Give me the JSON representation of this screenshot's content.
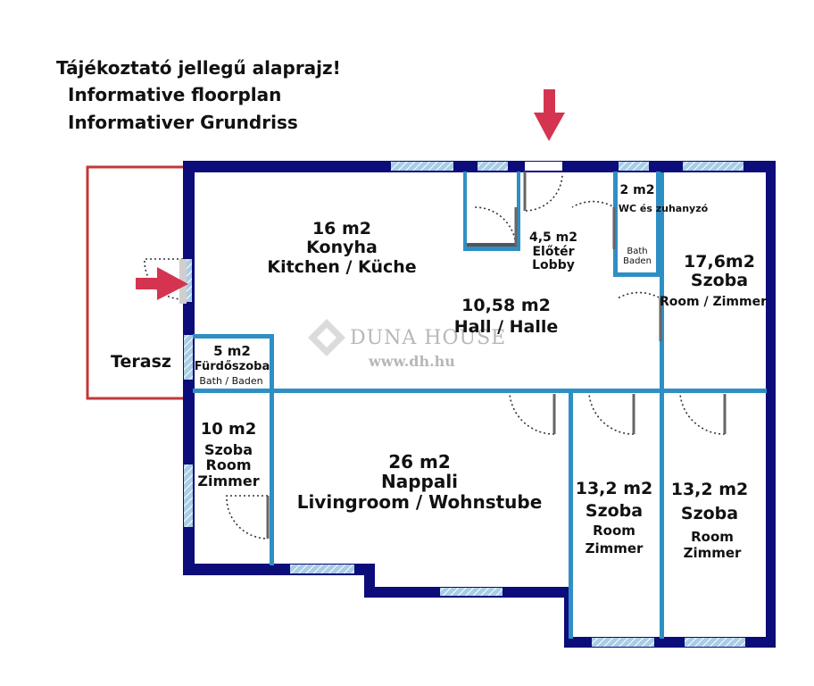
{
  "header": {
    "line1": "Tájékoztató jellegű alaprajz!",
    "line2": "Informative floorplan",
    "line3": "Informativer Grundriss"
  },
  "watermark": {
    "brand": "DUNA HOUSE",
    "url": "www.dh.hu"
  },
  "rooms": {
    "kitchen": {
      "area": "16 m2",
      "name": "Konyha",
      "name2": "Kitchen / Küche"
    },
    "hall": {
      "area": "10,58 m2",
      "name": "Hall / Halle"
    },
    "lobby": {
      "area": "4,5 m2",
      "name": "Előtér",
      "name2": "Lobby"
    },
    "wc": {
      "area": "2 m2",
      "name": "WC és zuhanyzó",
      "name2": "Bath",
      "name3": "Baden"
    },
    "room_ne": {
      "area": "17,6m2",
      "name": "Szoba",
      "name2": "Room / Zimmer"
    },
    "bath_w": {
      "area": "5 m2",
      "name": "Fürdőszoba",
      "name2": "Bath / Baden"
    },
    "terrace": {
      "name": "Terasz"
    },
    "room_w": {
      "area": "10 m2",
      "name": "Szoba",
      "name2": "Room",
      "name3": "Zimmer"
    },
    "living": {
      "area": "26 m2",
      "name": "Nappali",
      "name2": "Livingroom / Wohnstube"
    },
    "room_s1": {
      "area": "13,2 m2",
      "name": "Szoba",
      "name2": "Room",
      "name3": "Zimmer"
    },
    "room_s2": {
      "area": "13,2 m2",
      "name": "Szoba",
      "name2": "Room",
      "name3": "Zimmer"
    }
  },
  "colors": {
    "outer_wall": "#0c0c7a",
    "inner_wall": "#2e8fc4",
    "terrace": "#c23838",
    "arrow": "#d4344f",
    "window": "#a9cde6",
    "door_arc": "#333333"
  }
}
